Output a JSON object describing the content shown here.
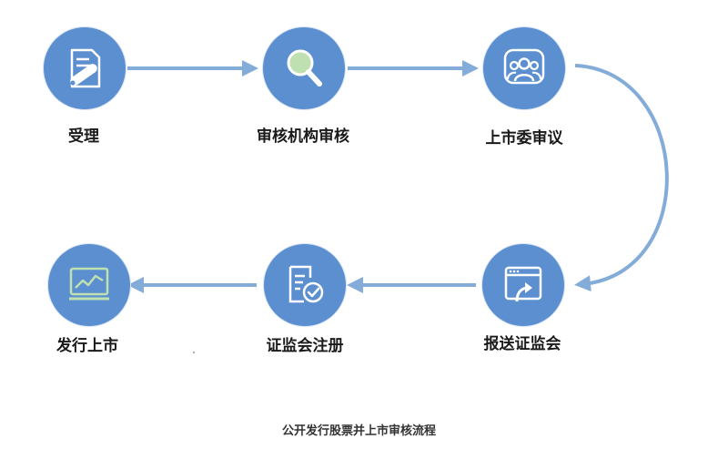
{
  "colors": {
    "node_fill": "#5b8fd0",
    "arrow": "#84acd9",
    "icon_line": "#ffffff",
    "icon_accent": "#bfe0b0"
  },
  "steps": [
    {
      "label": "受理",
      "icon": "document-pen-icon"
    },
    {
      "label": "审核机构审核",
      "icon": "magnifier-icon"
    },
    {
      "label": "上市委审议",
      "icon": "people-group-icon"
    },
    {
      "label": "报送证监会",
      "icon": "upload-window-icon"
    },
    {
      "label": "证监会注册",
      "icon": "document-check-icon"
    },
    {
      "label": "发行上市",
      "icon": "trend-monitor-icon"
    }
  ],
  "caption": "公开发行股票并上市审核流程"
}
